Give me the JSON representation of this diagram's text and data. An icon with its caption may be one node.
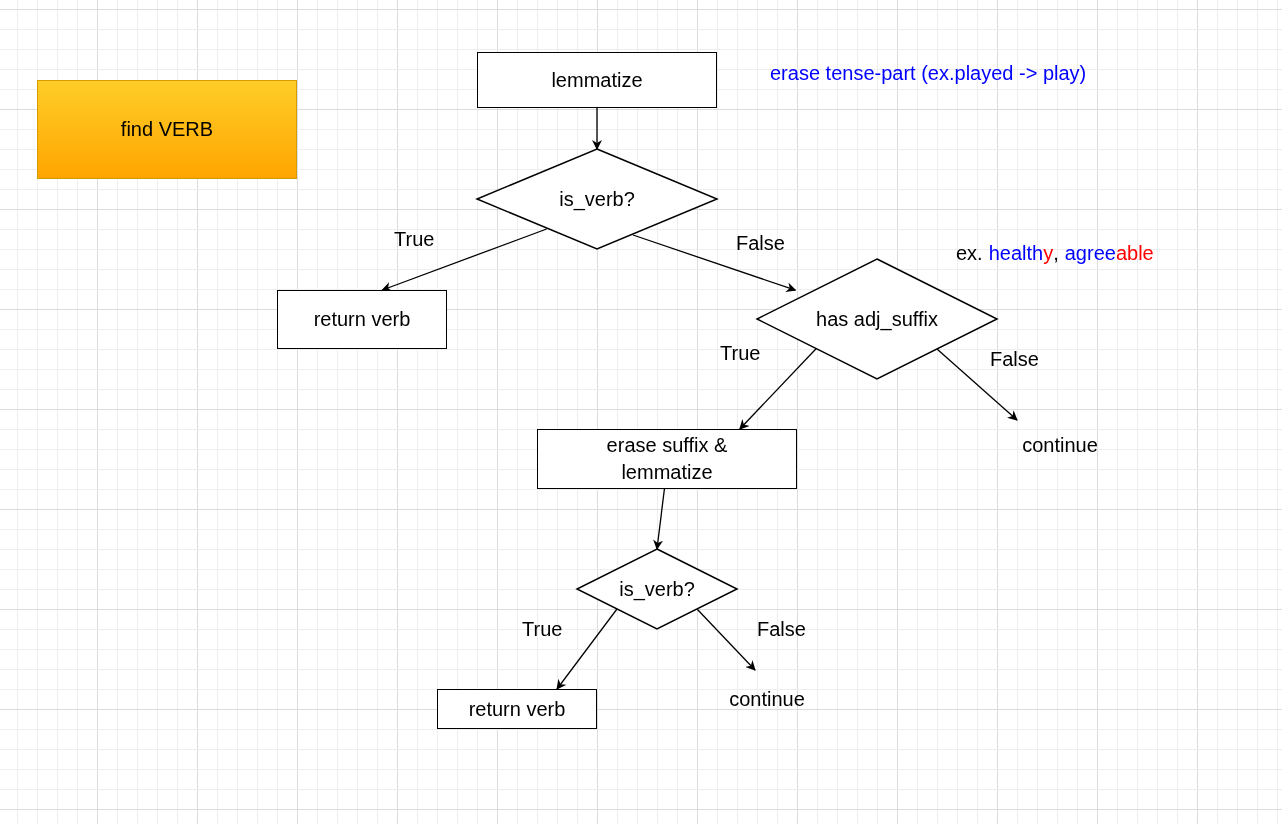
{
  "diagram": {
    "nodes": [
      {
        "text": [
          "find VERB"
        ]
      },
      {
        "text": [
          "lemmatize"
        ]
      },
      {
        "text": [
          "is_verb?"
        ]
      },
      {
        "text": [
          "return verb"
        ]
      },
      {
        "text": [
          "has adj_suffix"
        ]
      },
      {
        "text": [
          "erase suffix & lemmatize"
        ]
      },
      {
        "text": [
          "continue"
        ]
      },
      {
        "text": [
          "is_verb?"
        ]
      },
      {
        "text": [
          "return verb"
        ]
      },
      {
        "text": [
          "continue"
        ]
      }
    ],
    "edges": [
      {
        "from": 1,
        "to": 2,
        "arrow": "to"
      },
      {
        "from": 2,
        "to": 3,
        "arrow": "to",
        "label": "True"
      },
      {
        "from": 2,
        "to": 4,
        "arrow": "to",
        "label": "False"
      },
      {
        "from": 4,
        "to": 5,
        "arrow": "to",
        "label": "True"
      },
      {
        "from": 4,
        "to": 6,
        "arrow": "to",
        "label": "False"
      },
      {
        "from": 5,
        "to": 7,
        "arrow": "to"
      },
      {
        "from": 7,
        "to": 8,
        "arrow": "to",
        "label": "True"
      },
      {
        "from": 7,
        "to": 9,
        "arrow": "to",
        "label": "False"
      }
    ],
    "labels": [
      "erase tense-part (ex.played -> play)",
      "ex.",
      "health",
      "y",
      ",",
      "agree",
      "able"
    ]
  }
}
